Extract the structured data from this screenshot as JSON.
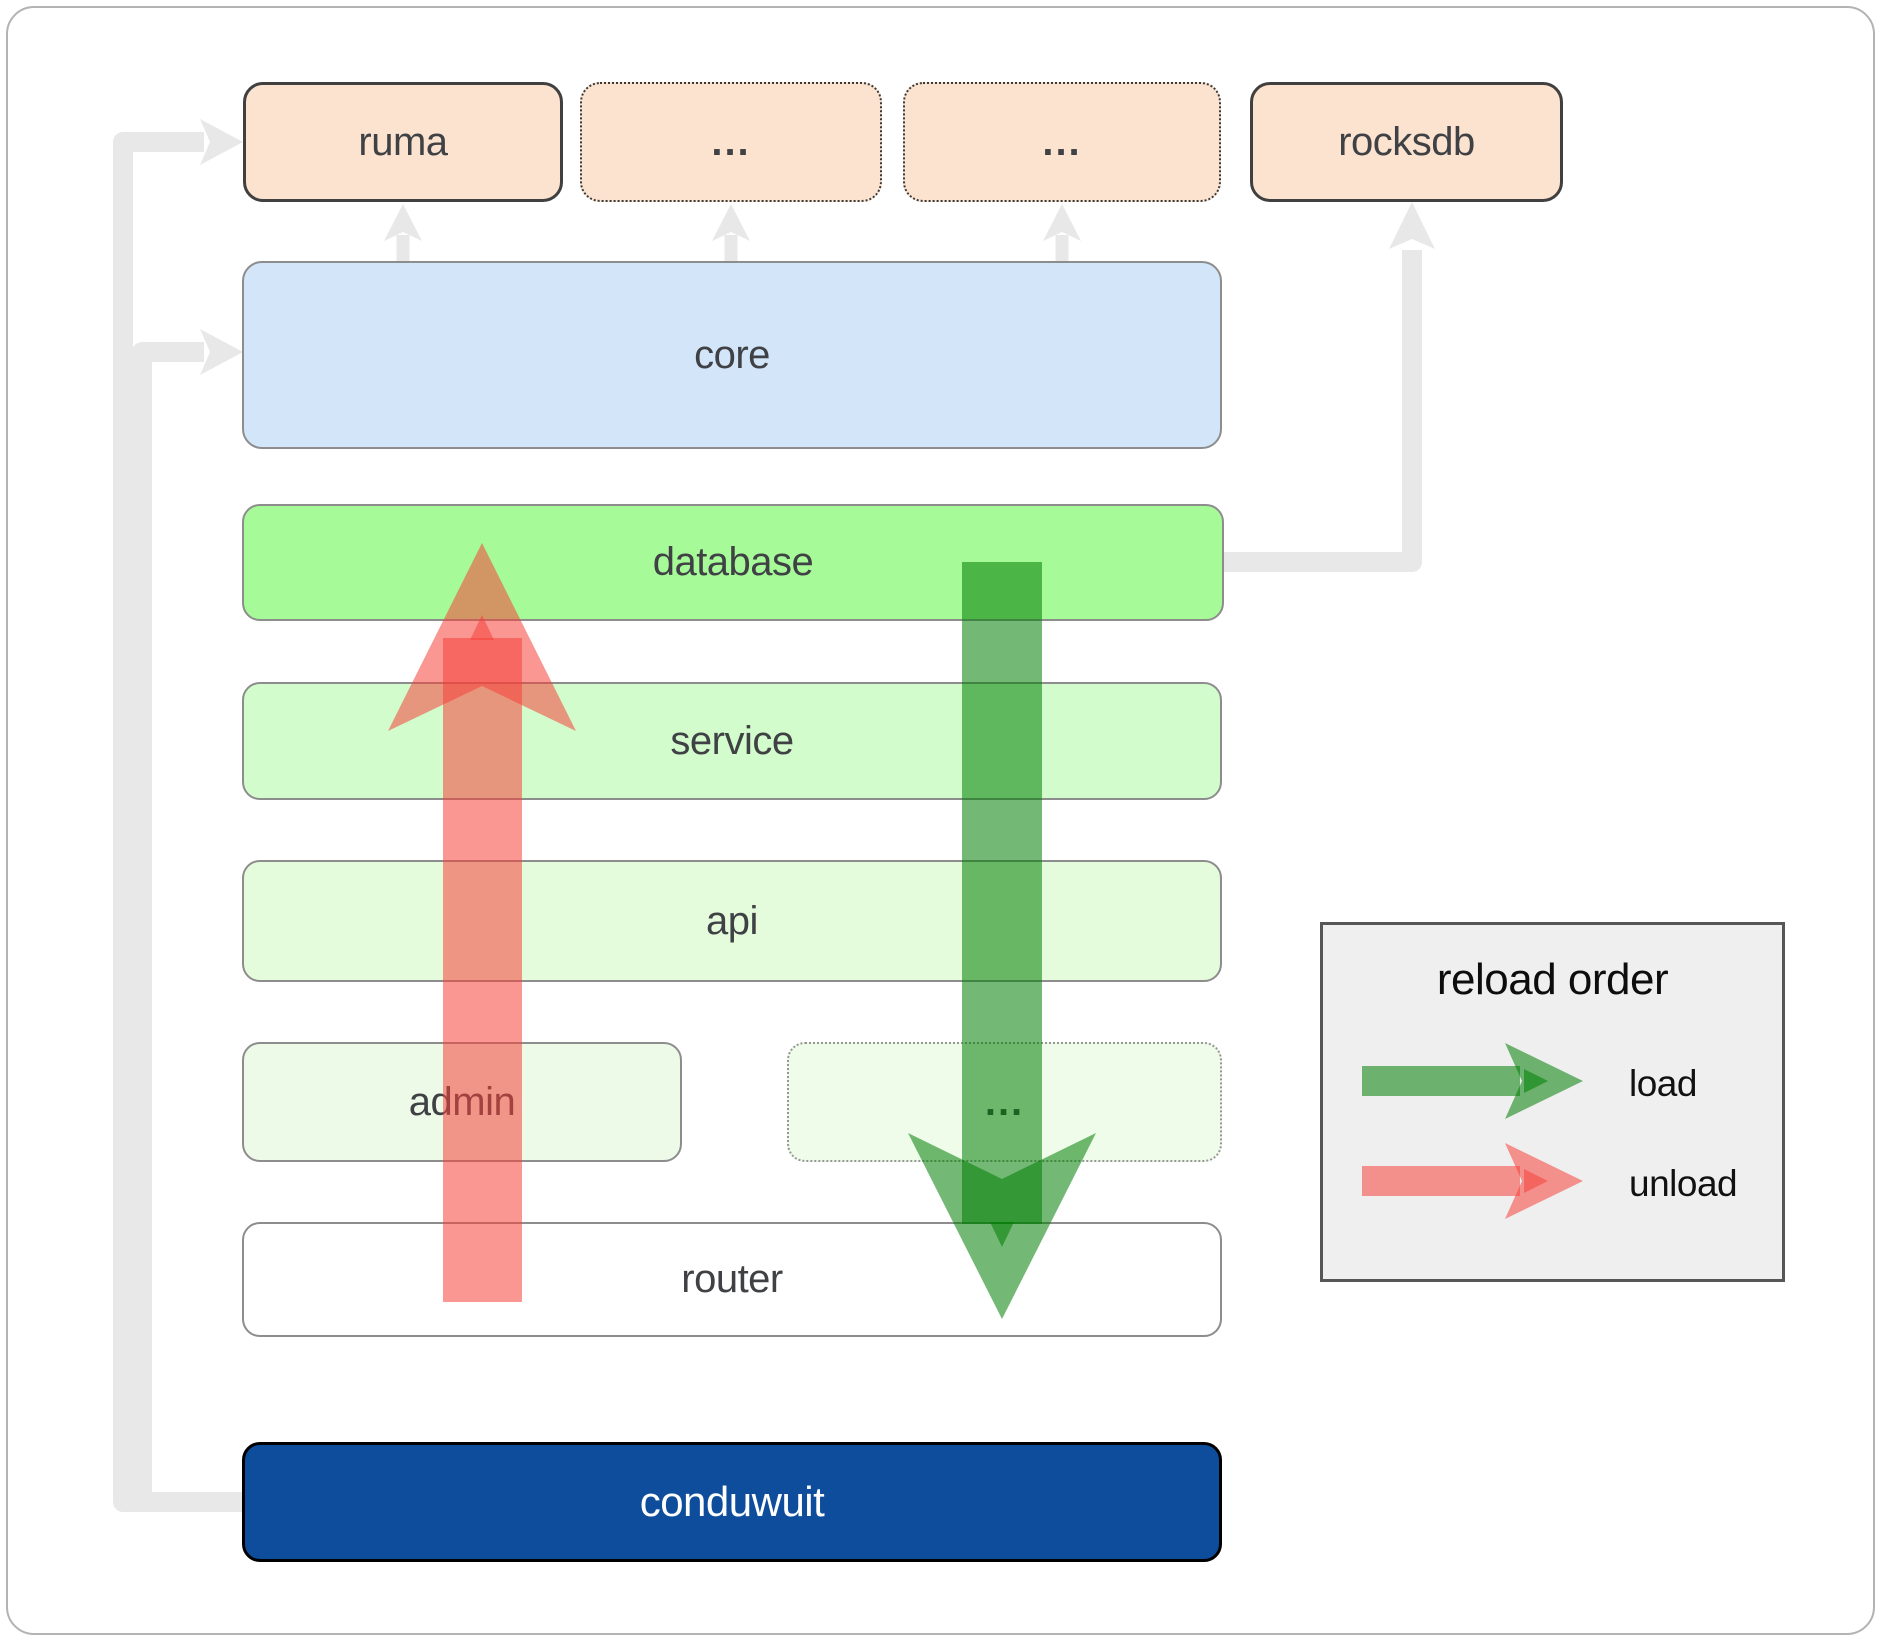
{
  "nodes": [
    {
      "id": "ruma",
      "label": "ruma"
    },
    {
      "id": "ellipsis_top_1",
      "label": "..."
    },
    {
      "id": "ellipsis_top_2",
      "label": "..."
    },
    {
      "id": "rocksdb",
      "label": "rocksdb"
    },
    {
      "id": "core",
      "label": "core"
    },
    {
      "id": "database",
      "label": "database"
    },
    {
      "id": "service",
      "label": "service"
    },
    {
      "id": "api",
      "label": "api"
    },
    {
      "id": "admin",
      "label": "admin"
    },
    {
      "id": "ellipsis_bottom",
      "label": "..."
    },
    {
      "id": "router",
      "label": "router"
    },
    {
      "id": "conduwuit",
      "label": "conduwuit"
    }
  ],
  "legend": {
    "title": "reload order",
    "items": [
      {
        "label": "load",
        "color": "#007d04"
      },
      {
        "label": "unload",
        "color": "#f5423a"
      }
    ]
  },
  "colors": {
    "load_arrow": "#007d04",
    "unload_arrow": "#f5423a",
    "connector_gray": "#e8e8e8",
    "dependency_fill": "#fbe3cf",
    "core_fill": "#d2e5f9",
    "database_fill": "#a6fb98",
    "service_fill": "#d3fccd",
    "api_fill": "#e4fcdc",
    "admin_fill": "#edfae8",
    "router_fill": "#ffffff",
    "conduwuit_fill": "#0d4d9b",
    "legend_bg": "#efefef"
  }
}
